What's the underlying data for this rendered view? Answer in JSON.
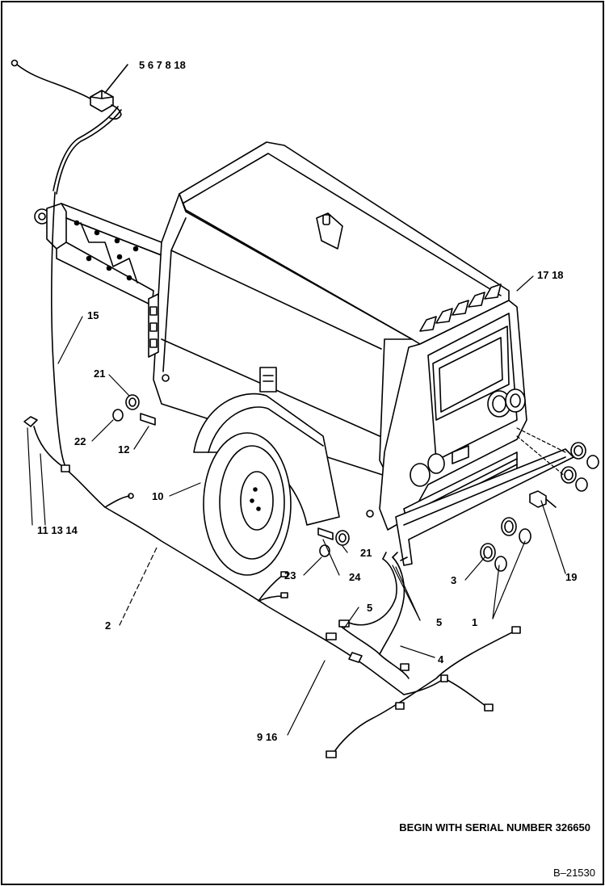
{
  "callouts": {
    "c5678_18": "5 6 7 8 18",
    "c17_18": "17 18",
    "c15": "15",
    "c21a": "21",
    "c22": "22",
    "c12": "12",
    "c11_13_14": "11 13 14",
    "c10": "10",
    "c21b": "21",
    "c23": "23",
    "c24": "24",
    "c2": "2",
    "c5a": "5",
    "c5b": "5",
    "c4": "4",
    "c9_16": "9 16",
    "c3": "3",
    "c1": "1",
    "c19": "19"
  },
  "footer": {
    "serial_note": "BEGIN WITH SERIAL NUMBER 326650",
    "drawing_id": "B–21530"
  }
}
